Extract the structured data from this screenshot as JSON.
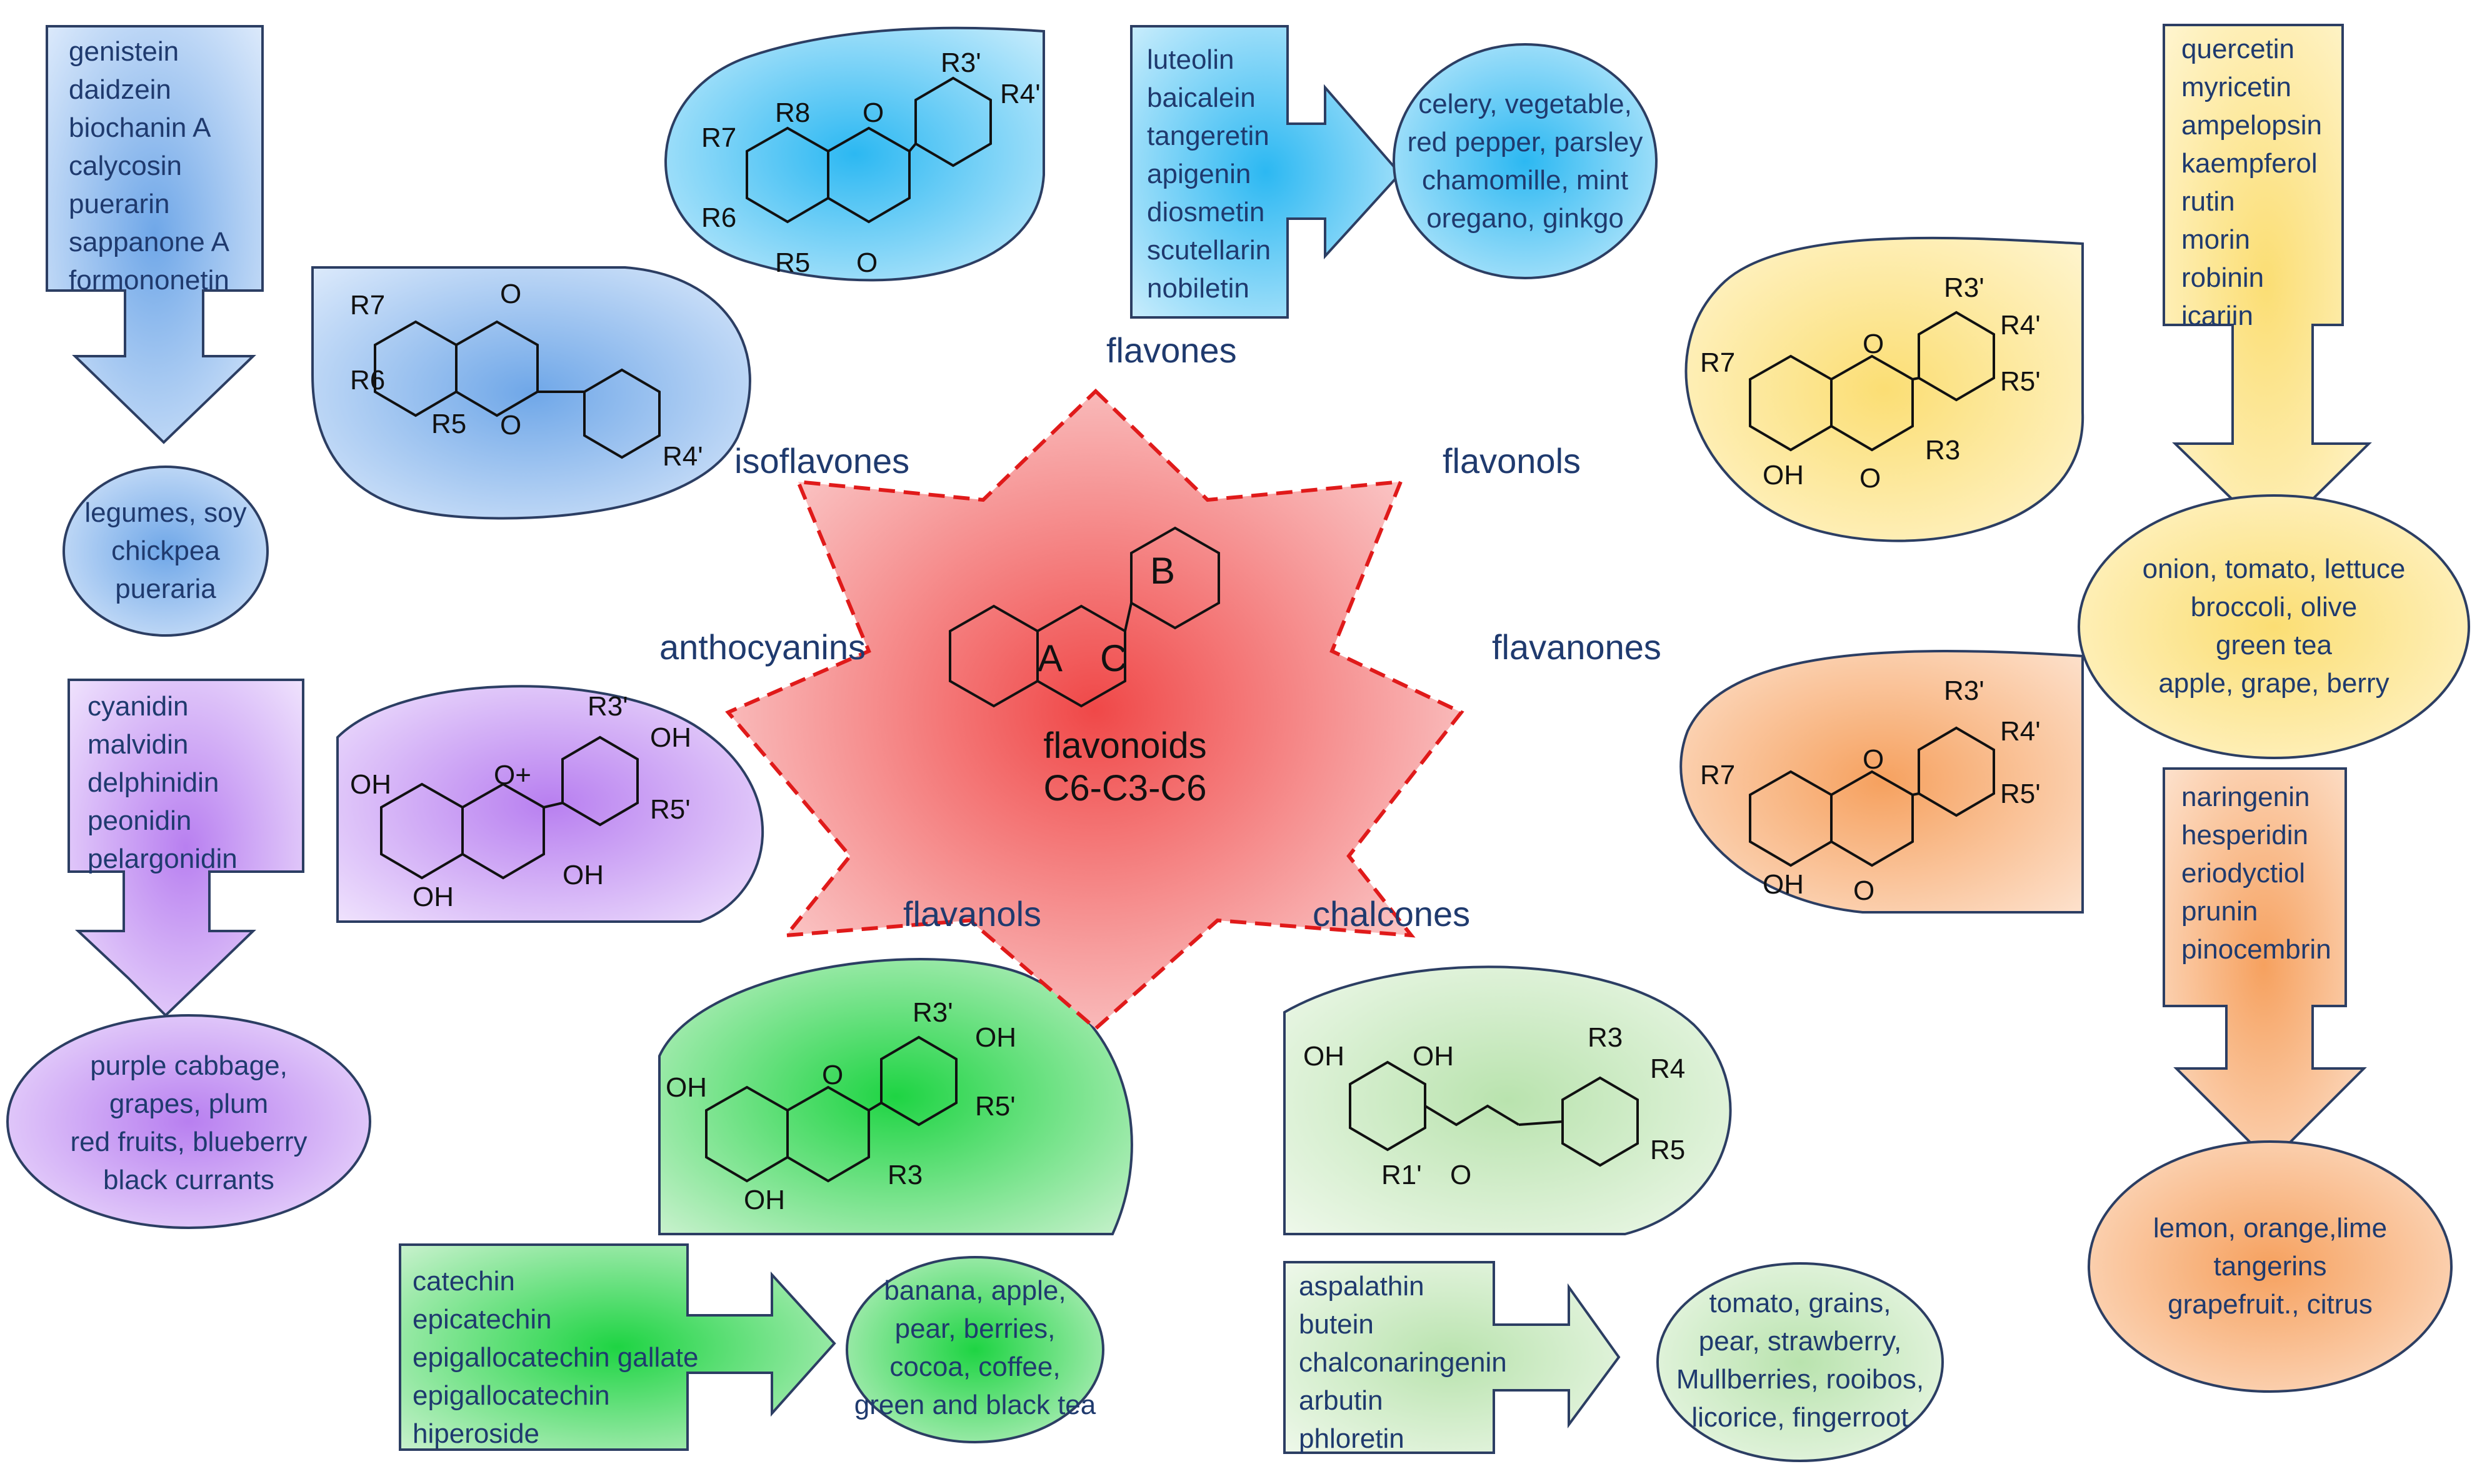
{
  "center": {
    "title": "flavonoids",
    "subtitle": "C6-C3-C6",
    "ring_a": "A",
    "ring_b": "B",
    "ring_c": "C"
  },
  "colors": {
    "isoflavones": "#9cc3ee",
    "flavones": "#6dccf4",
    "flavonols": "#fbe89a",
    "flavanones": "#f8b98a",
    "chalcones": "#cdebc6",
    "flavanols": "#5fd86f",
    "anthocyanins": "#cfa7f3",
    "center": "#f26f6f",
    "text": "#1f3a6e"
  },
  "classes": {
    "isoflavones": {
      "label": "isoflavones",
      "compounds": [
        "genistein",
        "daidzein",
        "biochanin A",
        "calycosin",
        "puerarin",
        "sappanone A",
        "formononetin"
      ],
      "sources": [
        "legumes, soy",
        "chickpea",
        "pueraria"
      ],
      "structure_labels": [
        "R7",
        "R6",
        "R5",
        "R4'",
        "O",
        "O"
      ]
    },
    "flavones": {
      "label": "flavones",
      "compounds": [
        "luteolin",
        "baicalein",
        "tangeretin",
        "apigenin",
        "diosmetin",
        "scutellarin",
        "nobiletin"
      ],
      "sources": [
        "celery, vegetable,",
        "red pepper, parsley",
        "chamomille, mint",
        "oregano, ginkgo"
      ],
      "structure_labels": [
        "R8",
        "R7",
        "R6",
        "R5",
        "R3'",
        "R4'",
        "O",
        "O"
      ]
    },
    "flavonols": {
      "label": "flavonols",
      "compounds": [
        "quercetin",
        "myricetin",
        "ampelopsin",
        "kaempferol",
        "rutin",
        "morin",
        "robinin",
        "icariin"
      ],
      "sources": [
        "onion, tomato, lettuce",
        "broccoli, olive",
        "green tea",
        "apple, grape, berry"
      ],
      "structure_labels": [
        "R7",
        "R3",
        "R3'",
        "R4'",
        "R5'",
        "OH",
        "O",
        "O"
      ]
    },
    "flavanones": {
      "label": "flavanones",
      "compounds": [
        "naringenin",
        "hesperidin",
        "eriodyctiol",
        "prunin",
        "pinocembrin"
      ],
      "sources": [
        "lemon, orange,lime",
        "tangerins",
        "grapefruit., citrus"
      ],
      "structure_labels": [
        "R7",
        "R3'",
        "R4'",
        "R5'",
        "OH",
        "O",
        "O"
      ]
    },
    "chalcones": {
      "label": "chalcones",
      "compounds": [
        "aspalathin",
        "butein",
        "chalconaringenin",
        "arbutin",
        "phloretin"
      ],
      "sources": [
        "tomato, grains,",
        "pear, strawberry,",
        "Mullberries, rooibos,",
        "licorice, fingerroot"
      ],
      "structure_labels": [
        "OH",
        "OH",
        "R1'",
        "O",
        "R3",
        "R4",
        "R5"
      ]
    },
    "flavanols": {
      "label": "flavanols",
      "compounds": [
        "catechin",
        "epicatechin",
        "epigallocatechin gallate",
        "epigallocatechin",
        "hiperoside"
      ],
      "sources": [
        "banana, apple,",
        "pear, berries,",
        "cocoa, coffee,",
        "green and black tea"
      ],
      "structure_labels": [
        "OH",
        "OH",
        "R3",
        "R3'",
        "OH",
        "R5'",
        "O"
      ]
    },
    "anthocyanins": {
      "label": "anthocyanins",
      "compounds": [
        "cyanidin",
        "malvidin",
        "delphinidin",
        "peonidin",
        "pelargonidin"
      ],
      "sources": [
        "purple cabbage,",
        "grapes, plum",
        "red fruits, blueberry",
        "black currants"
      ],
      "structure_labels": [
        "OH",
        "OH",
        "OH",
        "R3'",
        "OH",
        "R5'",
        "O+"
      ]
    }
  }
}
